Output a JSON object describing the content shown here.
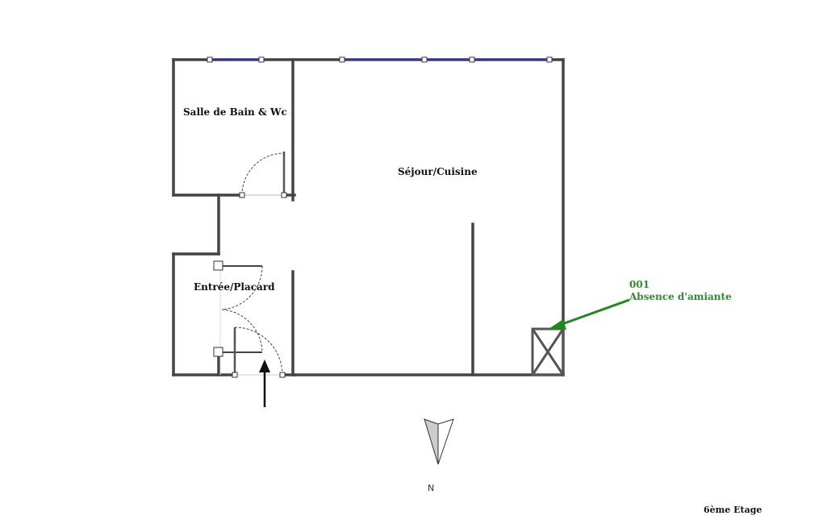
{
  "rooms": {
    "bathroom": "Salle de Bain & Wc",
    "living": "Séjour/Cuisine",
    "entry": "Entrée/Placard"
  },
  "annotation": {
    "code": "001",
    "text": "Absence d'amiante",
    "color": "#2e8b2e"
  },
  "compass": {
    "label": "N"
  },
  "floor_label": "6ème Etage",
  "colors": {
    "wall": "#444444",
    "window": "#3030c0"
  }
}
